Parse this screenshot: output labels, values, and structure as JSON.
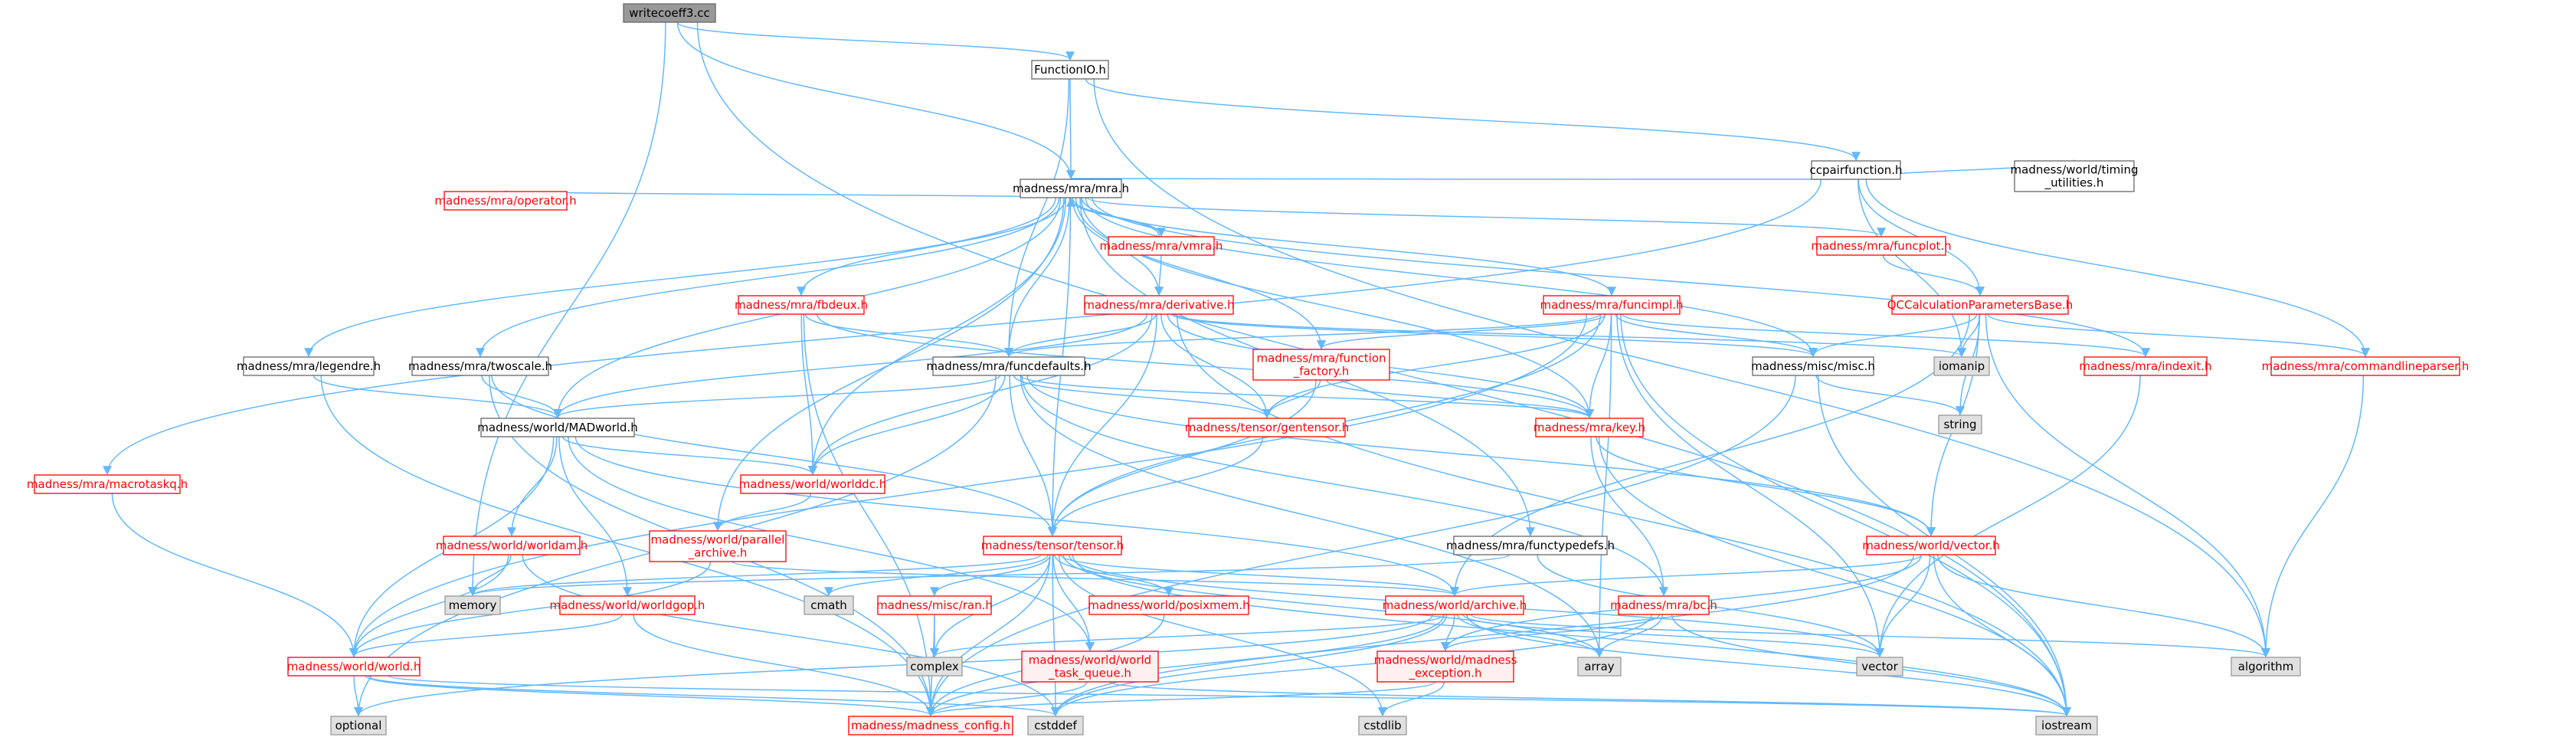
{
  "styles": {
    "edge_color": "#63b8ff",
    "header": {
      "fill": "#999999",
      "stroke": "#666666",
      "text": "#000000"
    },
    "normal": {
      "fill": "#ffffff",
      "stroke": "#666666",
      "text": "#000000"
    },
    "red": {
      "fill": "#ffffff",
      "stroke": "#ff0000",
      "text": "#ff0000"
    },
    "red_pink": {
      "fill": "#fff0f0",
      "stroke": "#ff0000",
      "text": "#ff0000"
    },
    "external": {
      "fill": "#e0e0e0",
      "stroke": "#999999",
      "text": "#000000"
    }
  },
  "nodes": [
    {
      "id": "writecoeff3",
      "lines": [
        "writecoeff3.cc"
      ],
      "style": "header"
    },
    {
      "id": "functionio",
      "lines": [
        "FunctionIO.h"
      ],
      "style": "normal"
    },
    {
      "id": "mra",
      "lines": [
        "madness/mra/mra.h"
      ],
      "style": "normal"
    },
    {
      "id": "ccpair",
      "lines": [
        "ccpairfunction.h"
      ],
      "style": "normal"
    },
    {
      "id": "timing",
      "lines": [
        "madness/world/timing",
        "_utilities.h"
      ],
      "style": "normal"
    },
    {
      "id": "operator",
      "lines": [
        "madness/mra/operator.h"
      ],
      "style": "red"
    },
    {
      "id": "vmra",
      "lines": [
        "madness/mra/vmra.h"
      ],
      "style": "red"
    },
    {
      "id": "funcplot",
      "lines": [
        "madness/mra/funcplot.h"
      ],
      "style": "red"
    },
    {
      "id": "derivative",
      "lines": [
        "madness/mra/derivative.h"
      ],
      "style": "red"
    },
    {
      "id": "funcimpl",
      "lines": [
        "madness/mra/funcimpl.h"
      ],
      "style": "red"
    },
    {
      "id": "qccalc",
      "lines": [
        "QCCalculationParametersBase.h"
      ],
      "style": "red"
    },
    {
      "id": "fbdeux",
      "lines": [
        "madness/mra/fbdeux.h"
      ],
      "style": "red"
    },
    {
      "id": "legendre",
      "lines": [
        "madness/mra/legendre.h"
      ],
      "style": "normal"
    },
    {
      "id": "twoscale",
      "lines": [
        "madness/mra/twoscale.h"
      ],
      "style": "normal"
    },
    {
      "id": "funcfactory",
      "lines": [
        "madness/mra/function",
        "_factory.h"
      ],
      "style": "red"
    },
    {
      "id": "funcdefaults",
      "lines": [
        "madness/mra/funcdefaults.h"
      ],
      "style": "normal"
    },
    {
      "id": "misc",
      "lines": [
        "madness/misc/misc.h"
      ],
      "style": "normal"
    },
    {
      "id": "iomanip",
      "lines": [
        "iomanip"
      ],
      "style": "external"
    },
    {
      "id": "indexit",
      "lines": [
        "madness/mra/indexit.h"
      ],
      "style": "red"
    },
    {
      "id": "cmdline",
      "lines": [
        "madness/mra/commandlineparser.h"
      ],
      "style": "red"
    },
    {
      "id": "string",
      "lines": [
        "string"
      ],
      "style": "external"
    },
    {
      "id": "madworld",
      "lines": [
        "madness/world/MADworld.h"
      ],
      "style": "normal"
    },
    {
      "id": "gentensor",
      "lines": [
        "madness/tensor/gentensor.h"
      ],
      "style": "red"
    },
    {
      "id": "key",
      "lines": [
        "madness/mra/key.h"
      ],
      "style": "red"
    },
    {
      "id": "macrotaskq",
      "lines": [
        "madness/mra/macrotaskq.h"
      ],
      "style": "red"
    },
    {
      "id": "worlddc",
      "lines": [
        "madness/world/worlddc.h"
      ],
      "style": "red"
    },
    {
      "id": "worldam",
      "lines": [
        "madness/world/worldam.h"
      ],
      "style": "red"
    },
    {
      "id": "parallel",
      "lines": [
        "madness/world/parallel",
        "_archive.h"
      ],
      "style": "red"
    },
    {
      "id": "tensor",
      "lines": [
        "madness/tensor/tensor.h"
      ],
      "style": "red"
    },
    {
      "id": "functypedefs",
      "lines": [
        "madness/mra/functypedefs.h"
      ],
      "style": "normal"
    },
    {
      "id": "vector_h",
      "lines": [
        "madness/world/vector.h"
      ],
      "style": "red"
    },
    {
      "id": "memory",
      "lines": [
        "memory"
      ],
      "style": "external"
    },
    {
      "id": "worldgop",
      "lines": [
        "madness/world/worldgop.h"
      ],
      "style": "red"
    },
    {
      "id": "cmath",
      "lines": [
        "cmath"
      ],
      "style": "external"
    },
    {
      "id": "ran",
      "lines": [
        "madness/misc/ran.h"
      ],
      "style": "red"
    },
    {
      "id": "posixmem",
      "lines": [
        "madness/world/posixmem.h"
      ],
      "style": "red"
    },
    {
      "id": "archive",
      "lines": [
        "madness/world/archive.h"
      ],
      "style": "red"
    },
    {
      "id": "bc",
      "lines": [
        "madness/mra/bc.h"
      ],
      "style": "red"
    },
    {
      "id": "world",
      "lines": [
        "madness/world/world.h"
      ],
      "style": "red"
    },
    {
      "id": "complex",
      "lines": [
        "complex"
      ],
      "style": "external"
    },
    {
      "id": "worldtaskq",
      "lines": [
        "madness/world/world",
        "_task_queue.h"
      ],
      "style": "red_pink"
    },
    {
      "id": "madexc",
      "lines": [
        "madness/world/madness",
        "_exception.h"
      ],
      "style": "red_pink"
    },
    {
      "id": "array",
      "lines": [
        "array"
      ],
      "style": "external"
    },
    {
      "id": "vector",
      "lines": [
        "vector"
      ],
      "style": "external"
    },
    {
      "id": "algorithm",
      "lines": [
        "algorithm"
      ],
      "style": "external"
    },
    {
      "id": "optional",
      "lines": [
        "optional"
      ],
      "style": "external"
    },
    {
      "id": "madconfig",
      "lines": [
        "madness/madness_config.h"
      ],
      "style": "red_pink"
    },
    {
      "id": "cstddef",
      "lines": [
        "cstddef"
      ],
      "style": "external"
    },
    {
      "id": "cstdlib",
      "lines": [
        "cstdlib"
      ],
      "style": "external"
    },
    {
      "id": "iostream",
      "lines": [
        "iostream"
      ],
      "style": "external"
    }
  ],
  "edges": [
    [
      "writecoeff3",
      "functionio"
    ],
    [
      "writecoeff3",
      "mra"
    ],
    [
      "writecoeff3",
      "memory"
    ],
    [
      "writecoeff3",
      "iostream"
    ],
    [
      "functionio",
      "mra"
    ],
    [
      "functionio",
      "ccpair"
    ],
    [
      "functionio",
      "funcdefaults"
    ],
    [
      "functionio",
      "algorithm"
    ],
    [
      "ccpair",
      "mra"
    ],
    [
      "ccpair",
      "timing"
    ],
    [
      "ccpair",
      "qccalc"
    ],
    [
      "ccpair",
      "cmdline"
    ],
    [
      "ccpair",
      "iomanip"
    ],
    [
      "ccpair",
      "macrotaskq"
    ],
    [
      "mra",
      "operator"
    ],
    [
      "mra",
      "vmra"
    ],
    [
      "mra",
      "funcplot"
    ],
    [
      "mra",
      "derivative"
    ],
    [
      "mra",
      "funcimpl"
    ],
    [
      "mra",
      "fbdeux"
    ],
    [
      "mra",
      "legendre"
    ],
    [
      "mra",
      "twoscale"
    ],
    [
      "mra",
      "funcfactory"
    ],
    [
      "mra",
      "funcdefaults"
    ],
    [
      "mra",
      "misc"
    ],
    [
      "mra",
      "indexit"
    ],
    [
      "mra",
      "madworld"
    ],
    [
      "mra",
      "worlddc"
    ],
    [
      "mra",
      "key"
    ],
    [
      "mra",
      "parallel"
    ],
    [
      "mra",
      "tensor"
    ],
    [
      "mra",
      "functypedefs"
    ],
    [
      "vmra",
      "mra"
    ],
    [
      "vmra",
      "derivative"
    ],
    [
      "funcplot",
      "qccalc"
    ],
    [
      "qccalc",
      "misc"
    ],
    [
      "qccalc",
      "iomanip"
    ],
    [
      "qccalc",
      "string"
    ],
    [
      "qccalc",
      "cmdline"
    ],
    [
      "qccalc",
      "algorithm"
    ],
    [
      "qccalc",
      "archive"
    ],
    [
      "qccalc",
      "vector_h"
    ],
    [
      "derivative",
      "funcdefaults"
    ],
    [
      "derivative",
      "gentensor"
    ],
    [
      "derivative",
      "key"
    ],
    [
      "derivative",
      "misc"
    ],
    [
      "derivative",
      "tensor"
    ],
    [
      "derivative",
      "worlddc"
    ],
    [
      "derivative",
      "iostream"
    ],
    [
      "derivative",
      "iomanip"
    ],
    [
      "derivative",
      "madworld"
    ],
    [
      "funcimpl",
      "funcfactory"
    ],
    [
      "funcimpl",
      "funcdefaults"
    ],
    [
      "funcimpl",
      "key"
    ],
    [
      "funcimpl",
      "gentensor"
    ],
    [
      "funcimpl",
      "tensor"
    ],
    [
      "funcimpl",
      "indexit"
    ],
    [
      "funcimpl",
      "misc"
    ],
    [
      "funcimpl",
      "iostream"
    ],
    [
      "funcimpl",
      "array"
    ],
    [
      "funcimpl",
      "world"
    ],
    [
      "funcimpl",
      "vector"
    ],
    [
      "fbdeux",
      "funcdefaults"
    ],
    [
      "fbdeux",
      "worlddc"
    ],
    [
      "fbdeux",
      "key"
    ],
    [
      "fbdeux",
      "madconfig"
    ],
    [
      "legendre",
      "madworld"
    ],
    [
      "legendre",
      "madconfig"
    ],
    [
      "twoscale",
      "madworld"
    ],
    [
      "twoscale",
      "tensor"
    ],
    [
      "twoscale",
      "madconfig"
    ],
    [
      "funcfactory",
      "key"
    ],
    [
      "funcfactory",
      "gentensor"
    ],
    [
      "funcfactory",
      "tensor"
    ],
    [
      "funcdefaults",
      "madworld"
    ],
    [
      "funcdefaults",
      "key"
    ],
    [
      "funcdefaults",
      "gentensor"
    ],
    [
      "funcdefaults",
      "tensor"
    ],
    [
      "funcdefaults",
      "worlddc"
    ],
    [
      "funcdefaults",
      "vector_h"
    ],
    [
      "funcdefaults",
      "bc"
    ],
    [
      "funcdefaults",
      "optional"
    ],
    [
      "funcdefaults",
      "array"
    ],
    [
      "misc",
      "string"
    ],
    [
      "misc",
      "iostream"
    ],
    [
      "misc",
      "madconfig"
    ],
    [
      "indexit",
      "vector"
    ],
    [
      "cmdline",
      "algorithm"
    ],
    [
      "madworld",
      "worldam"
    ],
    [
      "madworld",
      "worldgop"
    ],
    [
      "madworld",
      "worlddc"
    ],
    [
      "madworld",
      "world"
    ],
    [
      "madworld",
      "worldtaskq"
    ],
    [
      "madworld",
      "archive"
    ],
    [
      "gentensor",
      "tensor"
    ],
    [
      "key",
      "vector_h"
    ],
    [
      "key",
      "bc"
    ],
    [
      "key",
      "iostream"
    ],
    [
      "macrotaskq",
      "world"
    ],
    [
      "worlddc",
      "parallel"
    ],
    [
      "worldam",
      "memory"
    ],
    [
      "worldam",
      "world"
    ],
    [
      "worldam",
      "cstddef"
    ],
    [
      "parallel",
      "archive"
    ],
    [
      "parallel",
      "world"
    ],
    [
      "tensor",
      "memory"
    ],
    [
      "tensor",
      "cmath"
    ],
    [
      "tensor",
      "ran"
    ],
    [
      "tensor",
      "posixmem"
    ],
    [
      "tensor",
      "archive"
    ],
    [
      "tensor",
      "complex"
    ],
    [
      "tensor",
      "array"
    ],
    [
      "tensor",
      "vector"
    ],
    [
      "tensor",
      "madconfig"
    ],
    [
      "tensor",
      "cstddef"
    ],
    [
      "tensor",
      "cstdlib"
    ],
    [
      "tensor",
      "iostream"
    ],
    [
      "tensor",
      "worldtaskq"
    ],
    [
      "functypedefs",
      "memory"
    ],
    [
      "functypedefs",
      "vector"
    ],
    [
      "vector_h",
      "archive"
    ],
    [
      "vector_h",
      "vector"
    ],
    [
      "vector_h",
      "algorithm"
    ],
    [
      "vector_h",
      "iostream"
    ],
    [
      "vector_h",
      "madexc"
    ],
    [
      "vector_h",
      "cstddef"
    ],
    [
      "worldgop",
      "world"
    ],
    [
      "worldgop",
      "madconfig"
    ],
    [
      "ran",
      "complex"
    ],
    [
      "ran",
      "madconfig"
    ],
    [
      "posixmem",
      "madconfig"
    ],
    [
      "archive",
      "madexc"
    ],
    [
      "archive",
      "complex"
    ],
    [
      "archive",
      "array"
    ],
    [
      "archive",
      "vector"
    ],
    [
      "archive",
      "algorithm"
    ],
    [
      "archive",
      "iostream"
    ],
    [
      "archive",
      "madconfig"
    ],
    [
      "archive",
      "cstddef"
    ],
    [
      "archive",
      "optional"
    ],
    [
      "bc",
      "array"
    ],
    [
      "bc",
      "madexc"
    ],
    [
      "bc",
      "iostream"
    ],
    [
      "bc",
      "cstddef"
    ],
    [
      "world",
      "optional"
    ],
    [
      "world",
      "madconfig"
    ],
    [
      "world",
      "cstddef"
    ],
    [
      "world",
      "iostream"
    ],
    [
      "worldtaskq",
      "madconfig"
    ],
    [
      "worldtaskq",
      "iostream"
    ],
    [
      "madexc",
      "cstdlib"
    ],
    [
      "madexc",
      "madconfig"
    ]
  ]
}
